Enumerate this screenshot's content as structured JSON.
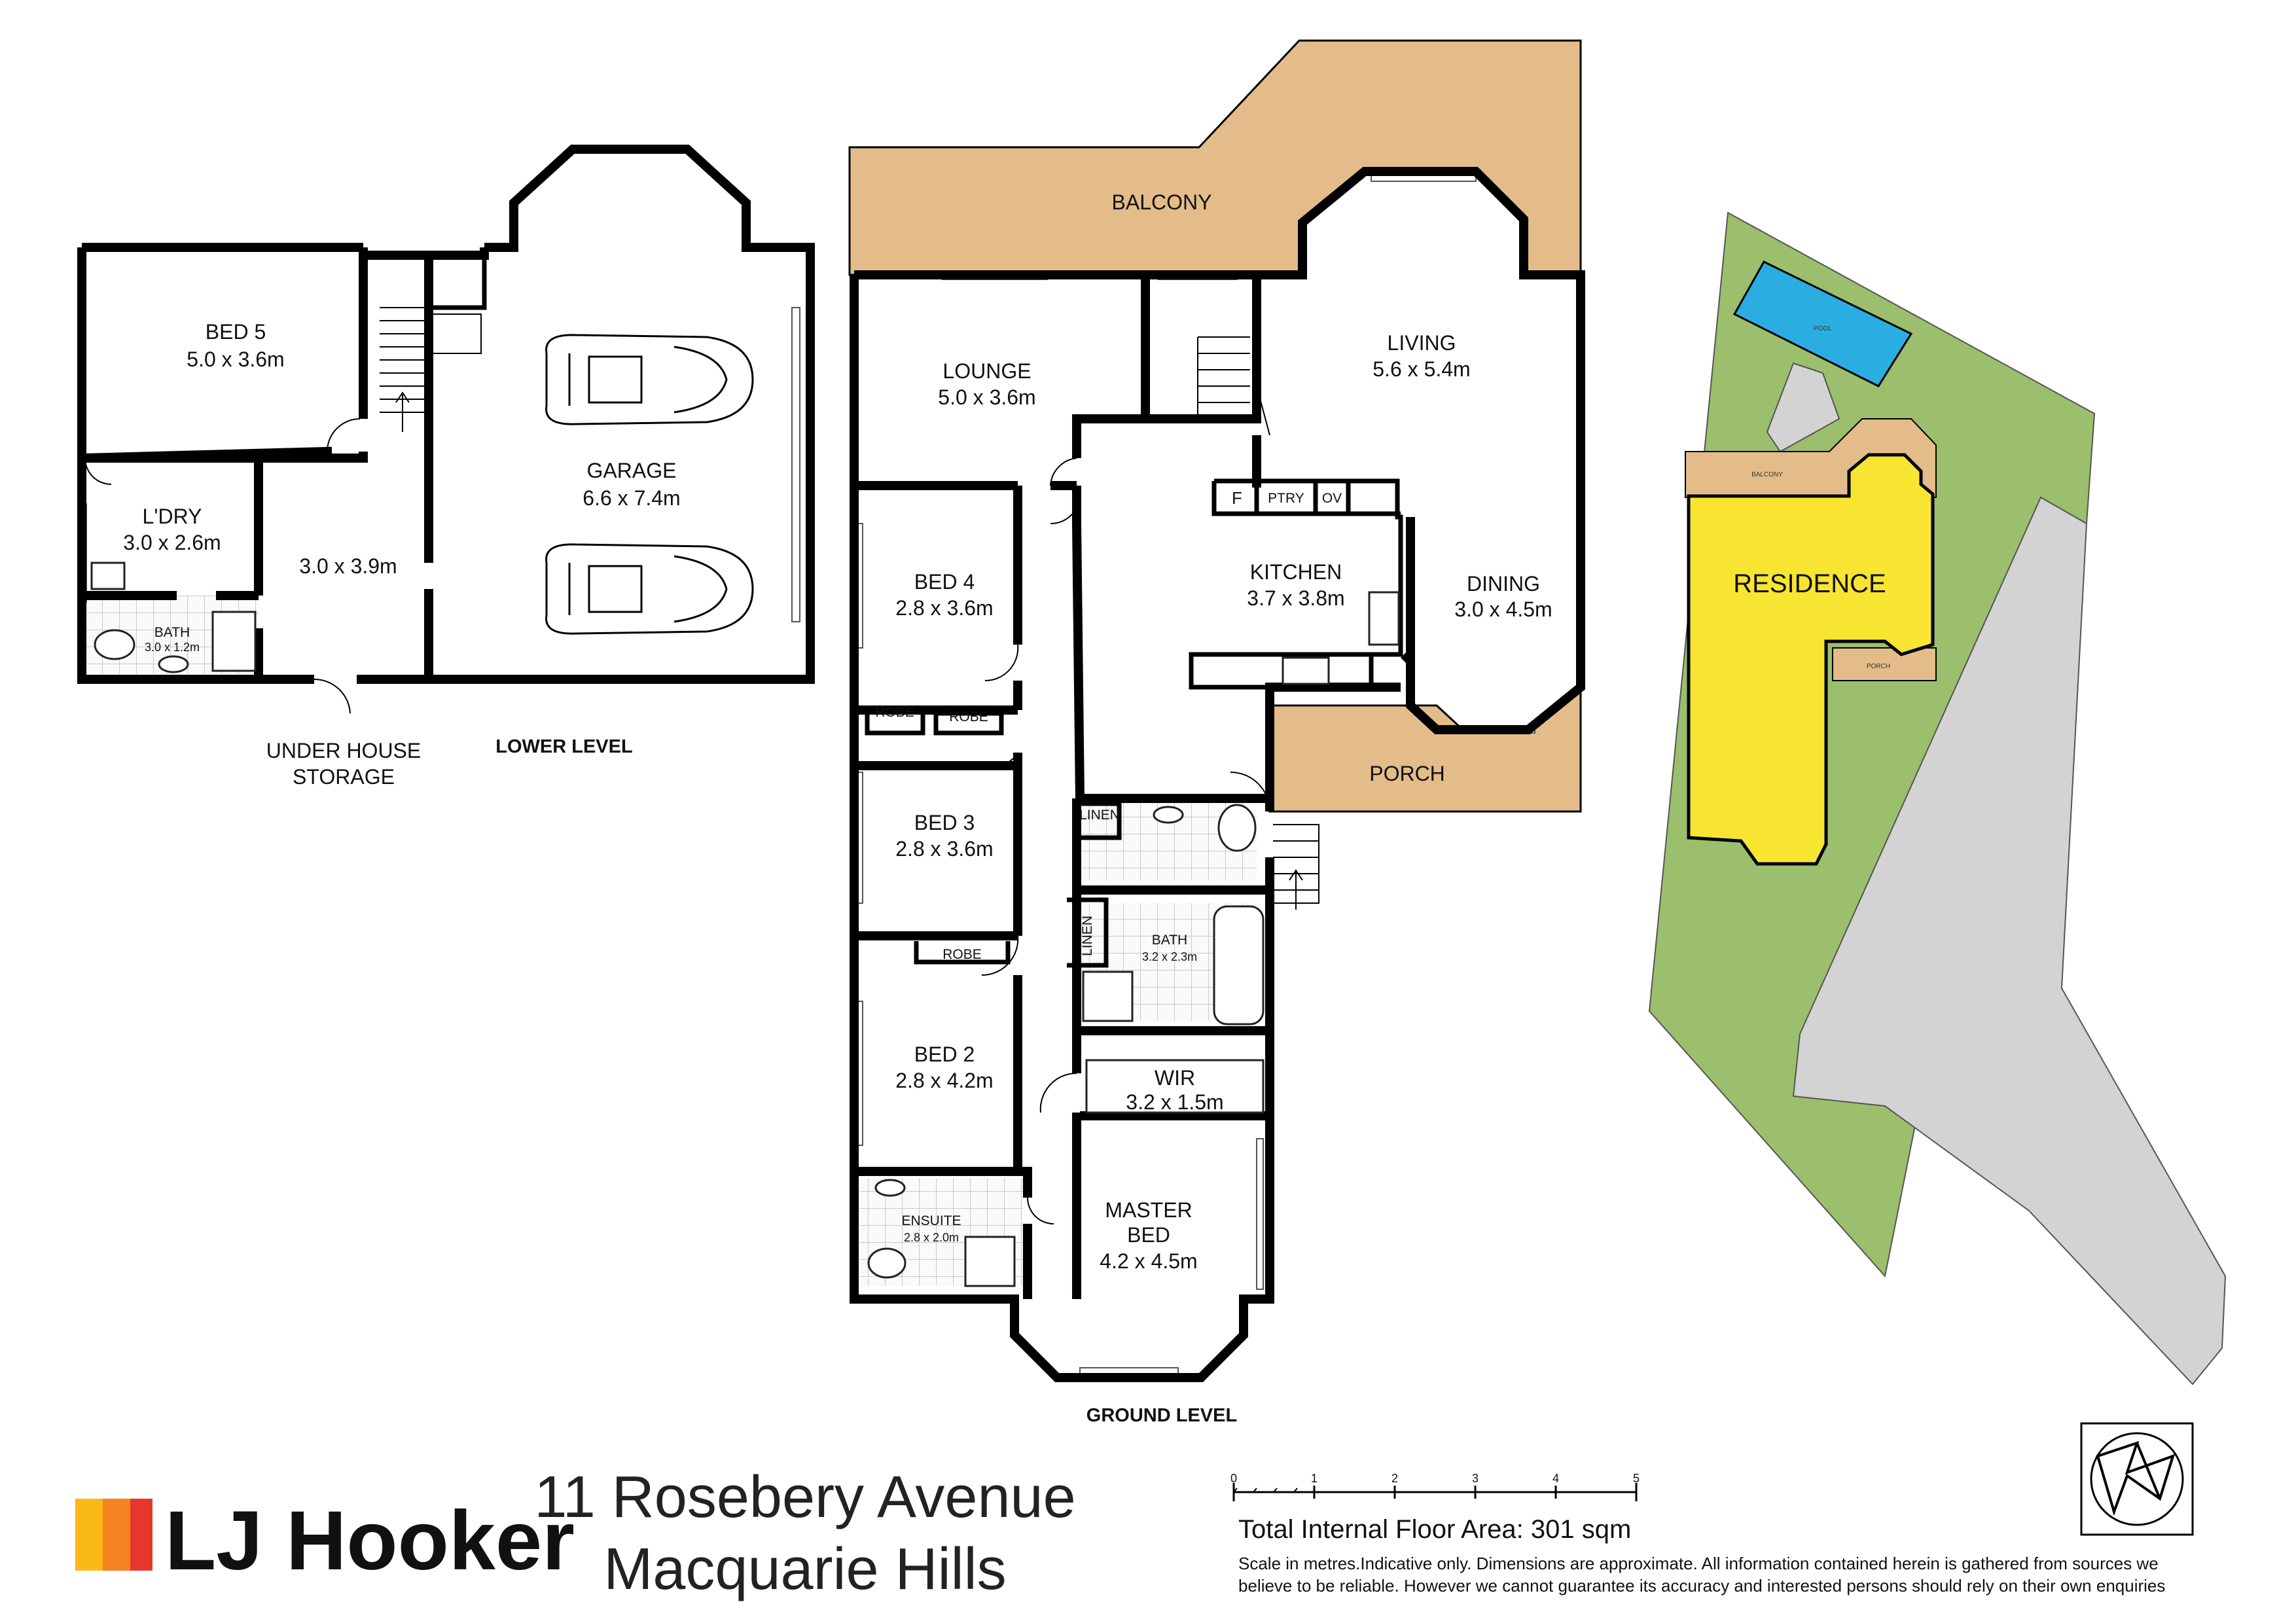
{
  "lower_level": {
    "label": "LOWER LEVEL",
    "rooms": [
      {
        "id": "bed5",
        "name": "BED 5",
        "dim": "5.0 x 3.6m"
      },
      {
        "id": "garage",
        "name": "GARAGE",
        "dim": "6.6 x 7.4m"
      },
      {
        "id": "laundry",
        "name": "L'DRY",
        "dim": "3.0 x 2.6m"
      },
      {
        "id": "rumpus",
        "name": "",
        "dim": "3.0 x 3.9m"
      },
      {
        "id": "bath_lower",
        "name": "BATH",
        "dim": "3.0 x 1.2m"
      },
      {
        "id": "storage",
        "name": "UNDER HOUSE",
        "dim": "STORAGE"
      }
    ]
  },
  "ground_level": {
    "label": "GROUND LEVEL",
    "rooms": [
      {
        "id": "balcony",
        "name": "BALCONY",
        "dim": ""
      },
      {
        "id": "lounge",
        "name": "LOUNGE",
        "dim": "5.0 x 3.6m"
      },
      {
        "id": "living",
        "name": "LIVING",
        "dim": "5.6 x 5.4m"
      },
      {
        "id": "kitchen",
        "name": "KITCHEN",
        "dim": "3.7 x 3.8m"
      },
      {
        "id": "dining",
        "name": "DINING",
        "dim": "3.0 x 4.5m"
      },
      {
        "id": "bed4",
        "name": "BED 4",
        "dim": "2.8 x 3.6m"
      },
      {
        "id": "bed3",
        "name": "BED 3",
        "dim": "2.8 x 3.6m"
      },
      {
        "id": "bed2",
        "name": "BED 2",
        "dim": "2.8 x 4.2m"
      },
      {
        "id": "porch",
        "name": "PORCH",
        "dim": ""
      },
      {
        "id": "bath",
        "name": "BATH",
        "dim": "3.2 x 2.3m"
      },
      {
        "id": "wir",
        "name": "WIR",
        "dim": "3.2 x 1.5m"
      },
      {
        "id": "master",
        "name": "MASTER",
        "dim": "BED",
        "dim2": "4.2 x 4.5m"
      },
      {
        "id": "ensuite",
        "name": "ENSUITE",
        "dim": "2.8 x 2.0m"
      }
    ],
    "small_labels": {
      "robe1": "ROBE",
      "robe2": "ROBE",
      "robe3": "ROBE",
      "linen1": "LINEN",
      "linen2": "LINEN",
      "fridge": "F",
      "pantry": "PTRY",
      "oven": "OV"
    }
  },
  "site_plan": {
    "residence": "RESIDENCE",
    "pool": "POOL",
    "balcony": "BALCONY",
    "porch": "PORCH"
  },
  "colors": {
    "deck": "#e4bc8a",
    "residence": "#f7e531",
    "lawn": "#9bbf6c",
    "driveway": "#d3d3d3",
    "pool": "#2aaee2",
    "brand_yellow": "#fbb917",
    "brand_orange": "#f58220",
    "brand_red": "#e6372d"
  },
  "brand": {
    "name": "LJ Hooker"
  },
  "address": {
    "line1": "11 Rosebery Avenue",
    "line2": "Macquarie Hills"
  },
  "scale": {
    "ticks": [
      "0",
      "1",
      "2",
      "3",
      "4",
      "5"
    ]
  },
  "info": {
    "floor_area": "Total Internal Floor Area: 301 sqm",
    "disclaimer_line1": "Scale in metres.Indicative only. Dimensions are approximate. All information contained herein is gathered from sources we",
    "disclaimer_line2": "believe to be reliable. However we cannot guarantee its accuracy and interested persons should rely on their own enquiries"
  }
}
